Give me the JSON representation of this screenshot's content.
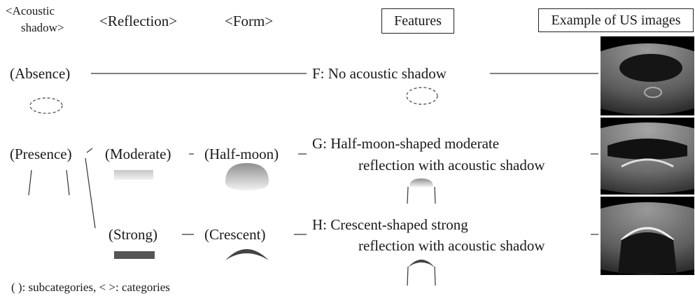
{
  "headers": {
    "acoustic_shadow_line1": "<Acoustic",
    "acoustic_shadow_line2": "shadow>",
    "reflection": "<Reflection>",
    "form": "<Form>",
    "features": "Features",
    "examples": "Example of US images"
  },
  "subcategories": {
    "absence": "(Absence)",
    "presence": "(Presence)",
    "moderate": "(Moderate)",
    "strong": "(Strong)",
    "half_moon": "(Half-moon)",
    "crescent": "(Crescent)"
  },
  "features": {
    "f": "F: No acoustic shadow",
    "g_line1": "G: Half-moon-shaped moderate",
    "g_line2": "reflection with acoustic shadow",
    "h_line1": "H: Crescent-shaped strong",
    "h_line2": "reflection with acoustic shadow"
  },
  "footnote": "( ): subcategories, < >: categories",
  "colors": {
    "line": "#333333",
    "moderate_bar": "#bdbdbd",
    "strong_bar": "#555555",
    "shadow_dash": "#444444"
  },
  "icons": {
    "absence_marker": "dashed-ellipse-icon",
    "presence_marker": "shadow-lines-icon",
    "moderate_marker": "gradient-bar-icon",
    "strong_marker": "dark-bar-icon",
    "half_moon_marker": "half-moon-icon",
    "crescent_marker": "crescent-icon",
    "ultrasound_images": [
      "ultrasound-image-f",
      "ultrasound-image-g",
      "ultrasound-image-h"
    ]
  }
}
